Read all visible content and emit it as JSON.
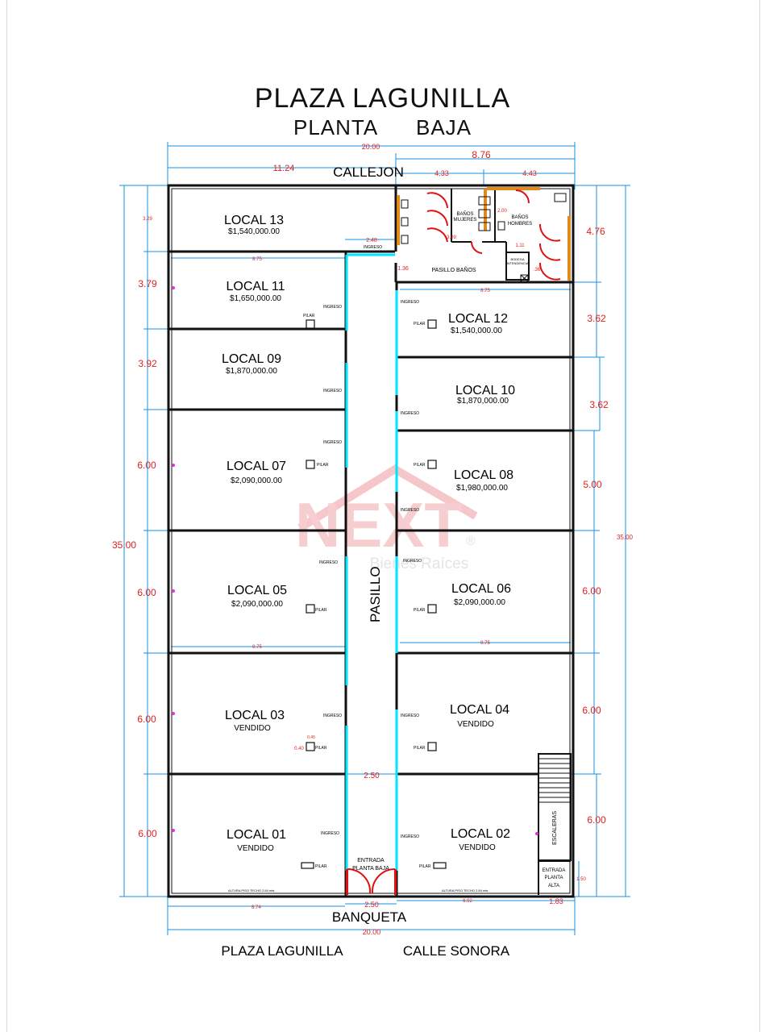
{
  "title": "PLAZA  LAGUNILLA",
  "subtitle": "PLANTA  BAJA",
  "street_top": "CALLEJON",
  "street_bottom": "BANQUETA",
  "street_bottom_left": "PLAZA LAGUNILLA",
  "street_bottom_right": "CALLE SONORA",
  "corridor": "PASILLO",
  "corridor_banos": "PASILLO BAÑOS",
  "banos_mujeres": [
    "BAÑOS",
    "MUJERES"
  ],
  "banos_hombres": [
    "BAÑOS",
    "HOMBRES"
  ],
  "bodega": [
    "BODEGA",
    "INTENDENCIA"
  ],
  "entrada_pb": [
    "ENTRADA",
    "PLANTA BAJA"
  ],
  "entrada_pa": [
    "ENTRADA",
    "PLANTA",
    "ALTA"
  ],
  "escaleras": "ESCALERAS",
  "ingreso": "INGRESO",
  "pilar": "PILAR",
  "altura_note": "ALTURA PISO TECHO 2.84 mts",
  "watermark": {
    "brand": "NEXT",
    "reg": "®",
    "sub": "Bienes Raíces"
  },
  "locals": [
    {
      "name": "LOCAL 13",
      "price": "$1,540,000.00"
    },
    {
      "name": "LOCAL 11",
      "price": "$1,650,000.00"
    },
    {
      "name": "LOCAL 09",
      "price": "$1,870,000.00"
    },
    {
      "name": "LOCAL 07",
      "price": "$2,090,000.00"
    },
    {
      "name": "LOCAL 05",
      "price": "$2,090,000.00"
    },
    {
      "name": "LOCAL 03",
      "price": "VENDIDO"
    },
    {
      "name": "LOCAL 01",
      "price": "VENDIDO"
    },
    {
      "name": "LOCAL 12",
      "price": "$1,540,000.00"
    },
    {
      "name": "LOCAL 10",
      "price": "$1,870,000.00"
    },
    {
      "name": "LOCAL 08",
      "price": "$1,980,000.00"
    },
    {
      "name": "LOCAL 06",
      "price": "$2,090,000.00"
    },
    {
      "name": "LOCAL 04",
      "price": "VENDIDO"
    },
    {
      "name": "LOCAL 02",
      "price": "VENDIDO"
    }
  ],
  "dims": {
    "top_total": "20.00",
    "top_right": "8.76",
    "top_left": "11.24",
    "top_r1": "4.33",
    "top_r2": "4.43",
    "bottom_total": "20.00",
    "bottom_left": "8.74",
    "bottom_mid": "2.50",
    "bottom_r1": "6.92",
    "bottom_r2": "1.83",
    "mid_corr": "2.50",
    "left_total": "35.00",
    "right_total": "35.00",
    "left": [
      "3.29",
      "3.79",
      "3.92",
      "6.00",
      "6.00",
      "6.00",
      "6.00"
    ],
    "right": [
      "4.76",
      "3.62",
      "3.62",
      "5.00",
      "6.00",
      "6.00",
      "6.00",
      "1.50"
    ],
    "w875": "8.75",
    "small": [
      "2.48",
      "1.36",
      "3.09",
      "2.00",
      "1.11",
      ".36",
      "0.40",
      "0.45"
    ]
  },
  "colors": {
    "dim": "#1a8fe0",
    "dimtext": "#e02020",
    "corridor": "#00e5ff",
    "door": "#e01010",
    "wall": "#111111",
    "wood": "#e08a1e"
  }
}
